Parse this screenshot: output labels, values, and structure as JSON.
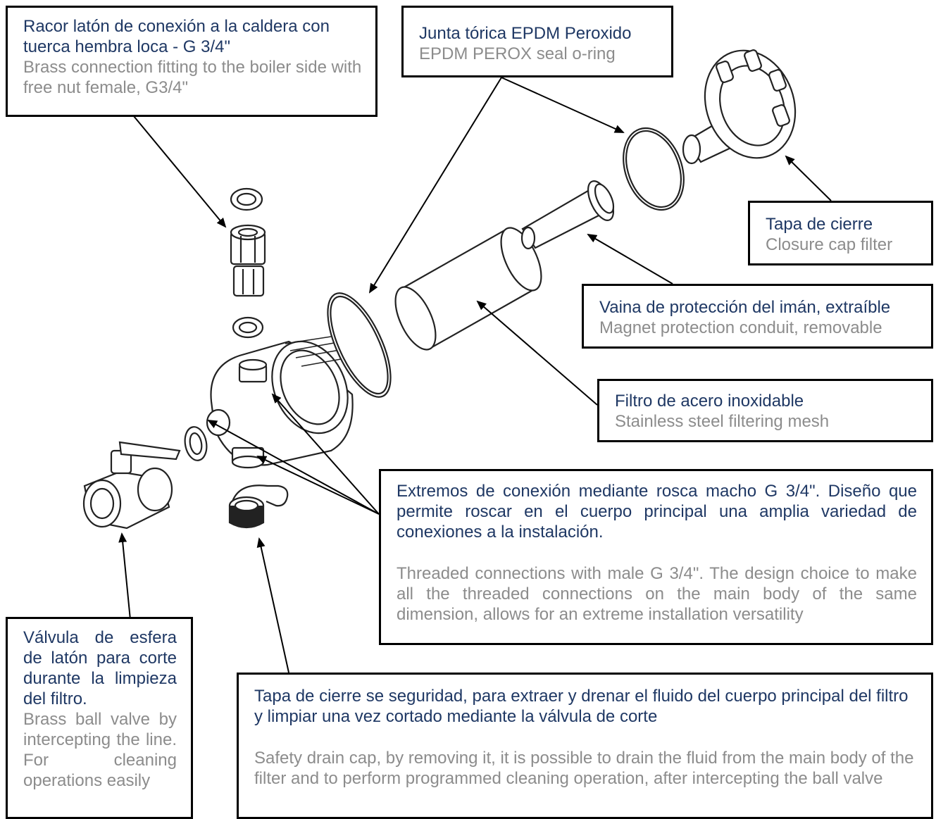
{
  "callouts": {
    "brass_fitting": {
      "es": "Racor latón de conexión a la caldera con tuerca hembra loca - G 3/4\"",
      "en": "Brass connection fitting to the boiler side with free nut female, G3/4\""
    },
    "oring": {
      "es": "Junta tórica EPDM Peroxido",
      "en": "EPDM PEROX seal o-ring"
    },
    "closure_cap": {
      "es": "Tapa de cierre",
      "en": "Closure cap filter"
    },
    "magnet_sleeve": {
      "es": "Vaina de protección del imán, extraíble",
      "en": "Magnet protection conduit, removable"
    },
    "steel_mesh": {
      "es": "Filtro de acero inoxidable",
      "en": "Stainless steel filtering mesh"
    },
    "threaded_ends": {
      "es": "Extremos de conexión mediante rosca macho G 3/4\". Diseño que permite roscar en el cuerpo principal una amplia variedad de conexiones a la instalación.",
      "en": "Threaded connections with male G 3/4\". The design choice to make all the threaded connections on the main body of the same dimension, allows for an extreme installation versatility"
    },
    "ball_valve": {
      "es": "Válvula de esfera de latón para corte durante la limpieza del filtro.",
      "en": "Brass ball valve by intercepting the line. For cleaning operations easily"
    },
    "drain_cap": {
      "es": "Tapa de cierre se seguridad, para extraer y drenar el fluido del cuerpo principal del filtro y limpiar una vez cortado mediante la válvula de corte",
      "en": "Safety drain cap, by removing it, it is possible to drain the fluid from the main body of the filter and to perform programmed cleaning operation, after intercepting the ball valve"
    }
  },
  "colors": {
    "spanish_text": "#1f3864",
    "english_text": "#8c8c8c",
    "border": "#000000"
  }
}
